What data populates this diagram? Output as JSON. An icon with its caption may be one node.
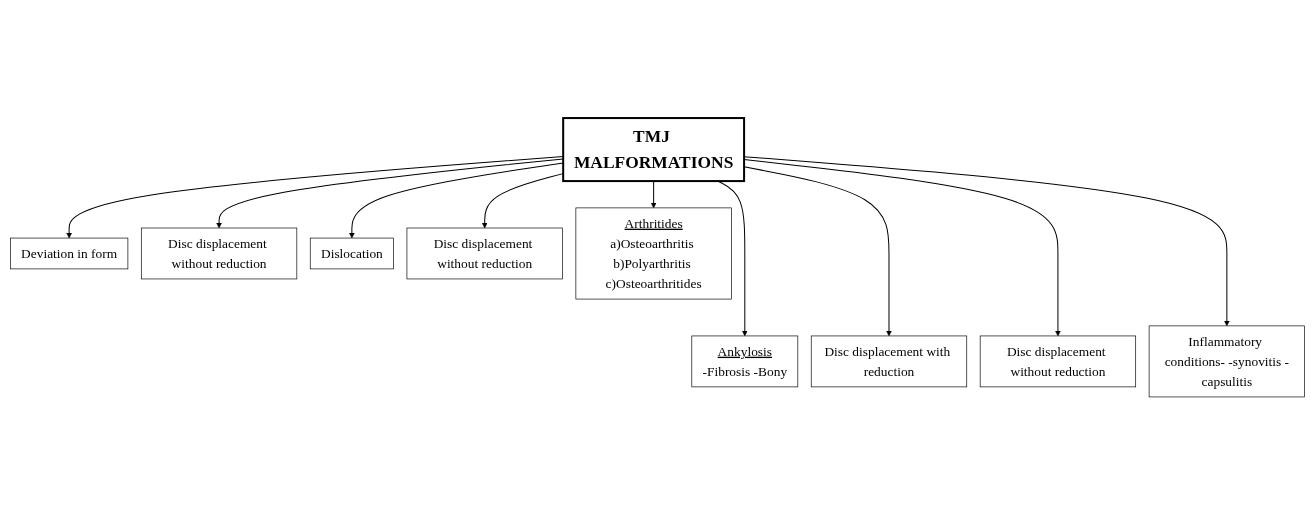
{
  "diagram": {
    "nodes": [
      {
        "text": [
          "TMJ MALFORMATIONS"
        ]
      },
      {
        "text": [
          "Deviation in form"
        ]
      },
      {
        "text": [
          "Ankylosis",
          "-Fibrosis -Bony"
        ]
      },
      {
        "text": [
          "Disc displacement without reduction"
        ]
      },
      {
        "text": [
          "Disc displacement with reduction"
        ]
      },
      {
        "text": [
          "Dislocation"
        ]
      },
      {
        "text": [
          "Disc displacement without reduction"
        ]
      },
      {
        "text": [
          "Disc displacement without reduction"
        ]
      },
      {
        "text": [
          "Inflammatory conditions- -synovitis -capsulitis"
        ]
      },
      {
        "text": [
          "Arthritides",
          "a)Osteoarthritis b)Polyarthritis c)Osteoarthritides"
        ]
      }
    ],
    "edges": [
      {
        "from": 0,
        "to": 1,
        "arrow": "to"
      },
      {
        "from": 0,
        "to": 2,
        "arrow": "to"
      },
      {
        "from": 0,
        "to": 3,
        "arrow": "to"
      },
      {
        "from": 0,
        "to": 4,
        "arrow": "to"
      },
      {
        "from": 0,
        "to": 5,
        "arrow": "to"
      },
      {
        "from": 0,
        "to": 6,
        "arrow": "to"
      },
      {
        "from": 0,
        "to": 7,
        "arrow": "to"
      },
      {
        "from": 0,
        "to": 8,
        "arrow": "to"
      },
      {
        "from": 0,
        "to": 9,
        "arrow": "to"
      }
    ]
  }
}
